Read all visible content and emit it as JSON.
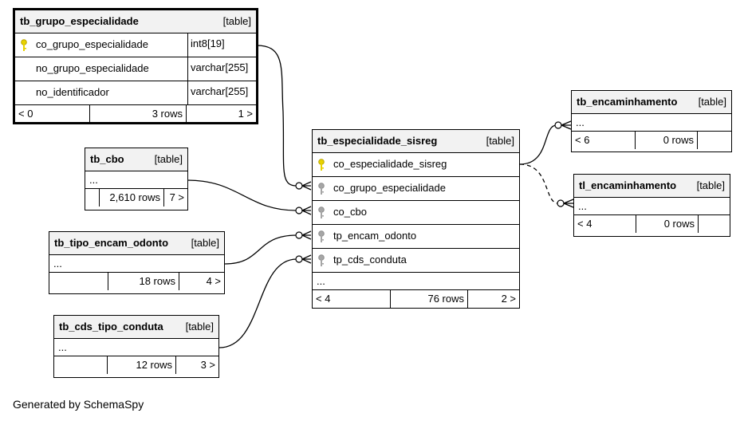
{
  "tables": {
    "grupo": {
      "name": "tb_grupo_especialidade",
      "type": "[table]",
      "columns": [
        {
          "name": "co_grupo_especialidade",
          "datatype": "int8[19]"
        },
        {
          "name": "no_grupo_especialidade",
          "datatype": "varchar[255]"
        },
        {
          "name": "no_identificador",
          "datatype": "varchar[255]"
        }
      ],
      "footer": {
        "parents": "< 0",
        "rows": "3 rows",
        "children": "1 >"
      }
    },
    "cbo": {
      "name": "tb_cbo",
      "type": "[table]",
      "ellipsis": "...",
      "footer": {
        "parents": "",
        "rows": "2,610 rows",
        "children": "7 >"
      }
    },
    "encam_odonto": {
      "name": "tb_tipo_encam_odonto",
      "type": "[table]",
      "ellipsis": "...",
      "footer": {
        "parents": "",
        "rows": "18 rows",
        "children": "4 >"
      }
    },
    "cds_conduta": {
      "name": "tb_cds_tipo_conduta",
      "type": "[table]",
      "ellipsis": "...",
      "footer": {
        "parents": "",
        "rows": "12 rows",
        "children": "3 >"
      }
    },
    "especialidade": {
      "name": "tb_especialidade_sisreg",
      "type": "[table]",
      "columns": [
        {
          "name": "co_especialidade_sisreg"
        },
        {
          "name": "co_grupo_especialidade"
        },
        {
          "name": "co_cbo"
        },
        {
          "name": "tp_encam_odonto"
        },
        {
          "name": "tp_cds_conduta"
        }
      ],
      "ellipsis": "...",
      "footer": {
        "parents": "< 4",
        "rows": "76 rows",
        "children": "2 >"
      }
    },
    "encaminhamento": {
      "name": "tb_encaminhamento",
      "type": "[table]",
      "ellipsis": "...",
      "footer": {
        "parents": "< 6",
        "rows": "0 rows",
        "children": ""
      }
    },
    "tl_encaminhamento": {
      "name": "tl_encaminhamento",
      "type": "[table]",
      "ellipsis": "...",
      "footer": {
        "parents": "< 4",
        "rows": "0 rows",
        "children": ""
      }
    }
  },
  "colors": {
    "primary_key": "#e8d200",
    "foreign_key": "#a6a6a6",
    "header_bg": "#f2f2f2"
  },
  "footer_text": "Generated by SchemaSpy"
}
